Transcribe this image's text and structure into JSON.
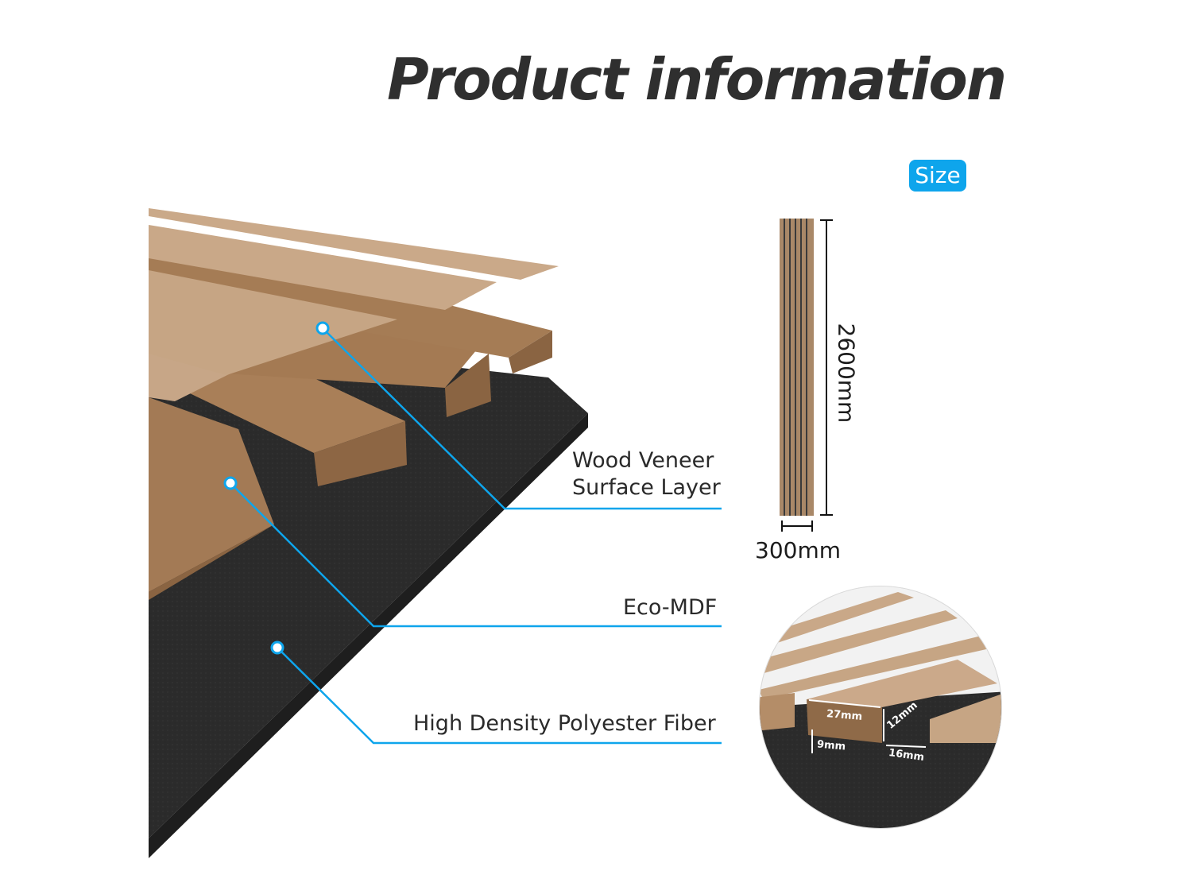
{
  "title": "Product information",
  "size_badge": "Size",
  "layers": [
    {
      "id": "veneer",
      "lines": [
        "Wood Veneer",
        "Surface Layer"
      ]
    },
    {
      "id": "mdf",
      "lines": [
        "Eco-MDF"
      ]
    },
    {
      "id": "fiber",
      "lines": [
        "High Density Polyester Fiber"
      ]
    }
  ],
  "dimensions": {
    "length": "2600mm",
    "width": "300mm"
  },
  "detail_dimensions": {
    "slat_width": "27mm",
    "slat_height": "12mm",
    "base_thickness": "9mm",
    "gap": "16mm"
  },
  "colors": {
    "accent": "#0ea5ec",
    "felt": "#2b2b2b",
    "wood_top": "#c9a888",
    "wood_side": "#9c7550",
    "title": "#2f2f2f"
  }
}
